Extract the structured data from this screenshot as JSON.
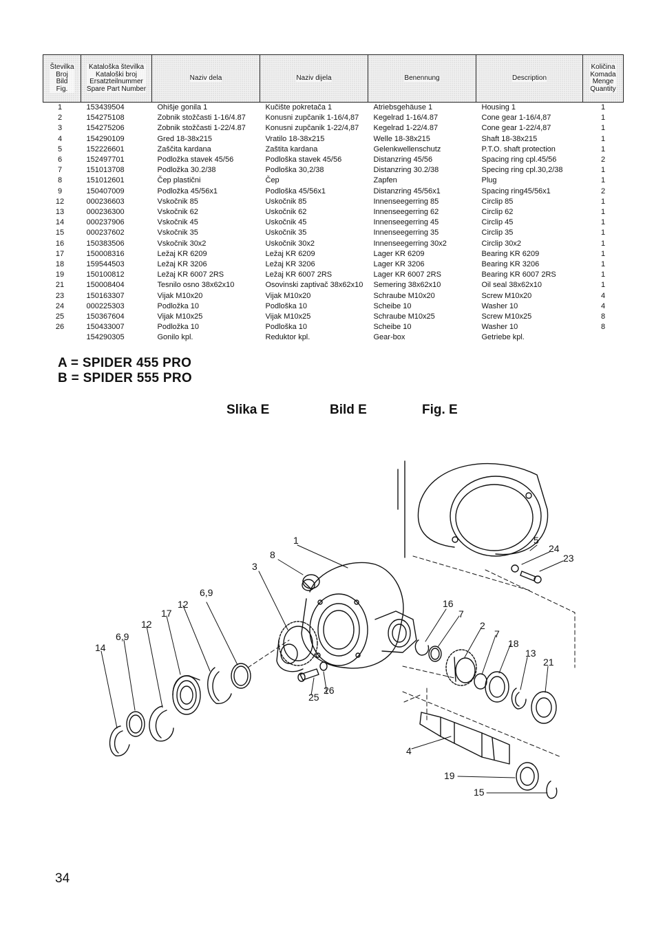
{
  "table": {
    "headers": {
      "number": [
        "Številka",
        "Broj",
        "Bild",
        "Fig."
      ],
      "catalog": [
        "Kataloška številka",
        "Kataloški broj",
        "Ersatzteilnummer",
        "Spare Part Number"
      ],
      "name_sl": "Naziv dela",
      "name_hr": "Naziv dijela",
      "name_de": "Benennung",
      "name_en": "Description",
      "quantity": [
        "Količina",
        "Komada",
        "Menge",
        "Quantity"
      ]
    },
    "rows": [
      {
        "no": "1",
        "cat": "153439504",
        "sl": "Ohišje gonila 1",
        "hr": "Kučište pokretača 1",
        "de": "Atriebsgehäuse 1",
        "en": "Housing 1",
        "qty": "1"
      },
      {
        "no": "2",
        "cat": "154275108",
        "sl": "Zobnik stožčasti 1-16/4.87",
        "hr": "Konusni zupčanik 1-16/4,87",
        "de": "Kegelrad 1-16/4.87",
        "en": "Cone gear 1-16/4,87",
        "qty": "1"
      },
      {
        "no": "3",
        "cat": "154275206",
        "sl": "Zobnik stožčasti 1-22/4.87",
        "hr": "Konusni zupčanik 1-22/4,87",
        "de": "Kegelrad 1-22/4.87",
        "en": "Cone gear 1-22/4,87",
        "qty": "1"
      },
      {
        "no": "4",
        "cat": "154290109",
        "sl": "Gred 18-38x215",
        "hr": "Vratilo 18-38x215",
        "de": "Welle 18-38x215",
        "en": "Shaft 18-38x215",
        "qty": "1"
      },
      {
        "no": "5",
        "cat": "152226601",
        "sl": "Zaščita kardana",
        "hr": "Zaštita kardana",
        "de": "Gelenkwellenschutz",
        "en": "P.T.O. shaft protection",
        "qty": "1"
      },
      {
        "no": "6",
        "cat": "152497701",
        "sl": "Podložka stavek 45/56",
        "hr": "Podloška stavek 45/56",
        "de": "Distanzring 45/56",
        "en": "Spacing ring cpl.45/56",
        "qty": "2"
      },
      {
        "no": "7",
        "cat": "151013708",
        "sl": "Podložka 30.2/38",
        "hr": "Podloška 30,2/38",
        "de": "Distanzring 30.2/38",
        "en": "Specing ring cpl.30,2/38",
        "qty": "1"
      },
      {
        "no": "8",
        "cat": "151012601",
        "sl": "Čep plastični",
        "hr": "Čep",
        "de": "Zapfen",
        "en": "Plug",
        "qty": "1"
      },
      {
        "no": "9",
        "cat": "150407009",
        "sl": "Podložka 45/56x1",
        "hr": "Podloška 45/56x1",
        "de": "Distanzring 45/56x1",
        "en": "Spacing ring45/56x1",
        "qty": "2"
      },
      {
        "no": "12",
        "cat": "000236603",
        "sl": "Vskočnik 85",
        "hr": "Uskočnik 85",
        "de": "Innenseegerring 85",
        "en": "Circlip 85",
        "qty": "1"
      },
      {
        "no": "13",
        "cat": "000236300",
        "sl": "Vskočnik 62",
        "hr": "Uskočnik 62",
        "de": "Innenseegerring 62",
        "en": "Circlip 62",
        "qty": "1"
      },
      {
        "no": "14",
        "cat": "000237906",
        "sl": "Vskočnik 45",
        "hr": "Uskočnik 45",
        "de": "Innenseegerring 45",
        "en": "Circlip 45",
        "qty": "1"
      },
      {
        "no": "15",
        "cat": "000237602",
        "sl": "Vskočnik 35",
        "hr": "Uskočnik 35",
        "de": "Innenseegerring 35",
        "en": "Circlip 35",
        "qty": "1"
      },
      {
        "no": "16",
        "cat": "150383506",
        "sl": "Vskočnik 30x2",
        "hr": "Uskočnik 30x2",
        "de": "Innenseegerring 30x2",
        "en": "Circlip 30x2",
        "qty": "1"
      },
      {
        "no": "17",
        "cat": "150008316",
        "sl": "Ležaj KR 6209",
        "hr": "Ležaj KR 6209",
        "de": "Lager KR 6209",
        "en": "Bearing KR 6209",
        "qty": "1"
      },
      {
        "no": "18",
        "cat": "159544503",
        "sl": "Ležaj KR 3206",
        "hr": "Ležaj KR 3206",
        "de": "Lager KR 3206",
        "en": "Bearing KR 3206",
        "qty": "1"
      },
      {
        "no": "19",
        "cat": "150100812",
        "sl": "Ležaj KR 6007 2RS",
        "hr": "Ležaj KR 6007 2RS",
        "de": "Lager KR 6007 2RS",
        "en": "Bearing KR 6007 2RS",
        "qty": "1"
      },
      {
        "no": "21",
        "cat": "150008404",
        "sl": "Tesnilo osno 38x62x10",
        "hr": "Osovinski zaptivač 38x62x10",
        "de": "Semering 38x62x10",
        "en": "Oil seal 38x62x10",
        "qty": "1"
      },
      {
        "no": "23",
        "cat": "150163307",
        "sl": "Vijak M10x20",
        "hr": "Vijak M10x20",
        "de": "Schraube M10x20",
        "en": "Screw M10x20",
        "qty": "4"
      },
      {
        "no": "24",
        "cat": "000225303",
        "sl": "Podložka 10",
        "hr": "Podloška 10",
        "de": "Scheibe 10",
        "en": "Washer 10",
        "qty": "4"
      },
      {
        "no": "25",
        "cat": "150367604",
        "sl": "Vijak M10x25",
        "hr": "Vijak M10x25",
        "de": "Schraube M10x25",
        "en": "Screw M10x25",
        "qty": "8"
      },
      {
        "no": "26",
        "cat": "150433007",
        "sl": "Podložka 10",
        "hr": "Podloška 10",
        "de": "Scheibe 10",
        "en": "Washer 10",
        "qty": "8"
      },
      {
        "no": "",
        "cat": "154290305",
        "sl": "Gonilo kpl.",
        "hr": "Reduktor kpl.",
        "de": "Gear-box",
        "en": "Getriebe kpl.",
        "qty": ""
      }
    ]
  },
  "models": {
    "a": "A = SPIDER 455 PRO",
    "b": "B = SPIDER 555 PRO"
  },
  "figure": {
    "label_sl": "Slika E",
    "label_de": "Bild E",
    "label_en": "Fig. E",
    "callouts": {
      "housing": "1",
      "shaft_cover": "5",
      "washer_24": "24",
      "screw_23": "23",
      "plug": "8",
      "gear_3": "3",
      "spacer_69_upper": "6,9",
      "circlip_12_upper": "12",
      "bearing_17": "17",
      "circlip_12": "12",
      "spacer_69_lower": "6,9",
      "circlip_14": "14",
      "circlip_16": "16",
      "spacer_7_upper": "7",
      "gear_2": "2",
      "spacer_7_lower": "7",
      "bearing_18": "18",
      "circlip_13": "13",
      "seal_21": "21",
      "screw_25": "25",
      "washer_26": "26",
      "shaft_4": "4",
      "bearing_19": "19",
      "circlip_15": "15"
    }
  },
  "page_number": "34"
}
